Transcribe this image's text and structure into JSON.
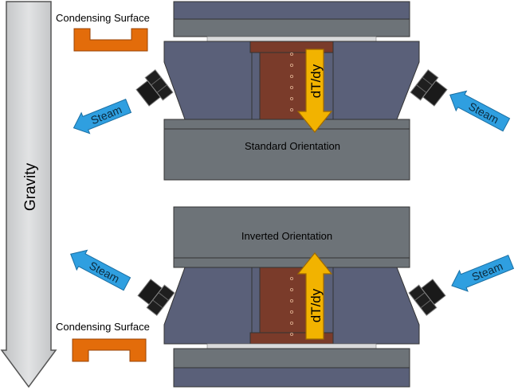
{
  "labels": {
    "condensing_surface_top": "Condensing Surface",
    "condensing_surface_bottom": "Condensing Surface",
    "standard_orientation": "Standard Orientation",
    "inverted_orientation": "Inverted Orientation",
    "gradient_top": "dT/dy",
    "gradient_bottom": "dT/dy",
    "gravity": "Gravity",
    "steam": [
      "Steam",
      "Steam",
      "Steam",
      "Steam"
    ]
  },
  "colors": {
    "condensing_surface": "#e36c0a",
    "block_blue_grey": "#5a6079",
    "plate_grey": "#6d7378",
    "sample_brown": "#7a3b2a",
    "gradient_arrow": "#f2b300",
    "steam_arrow": "#2f9fe0",
    "gravity_arrow": "#d0d2d4"
  }
}
